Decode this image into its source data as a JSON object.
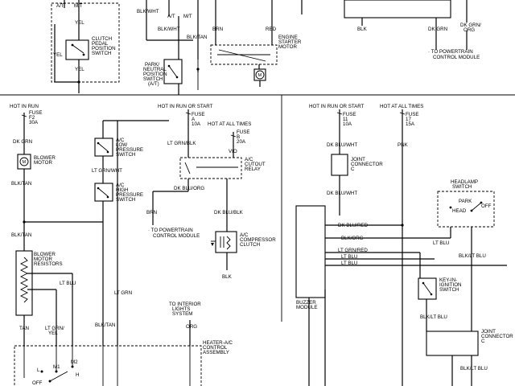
{
  "labels": {
    "at_top": "A/T",
    "mt_top": "M/T",
    "yel_top": "YEL",
    "clutch_switch": [
      "CLUTCH",
      "PEDAL",
      "POSITION",
      "SWITCH"
    ],
    "yel_left": "YEL",
    "yel_bottom": "YEL",
    "blk_wht_top": "BLK/WHT",
    "at_mid": "A/T",
    "mt_mid": "M/T",
    "blk_wht_mid": "BLK/WHT",
    "blk_tan_mid": "BLK/TAN",
    "park_neutral": [
      "PARK/",
      "NEUTRAL",
      "POSITION",
      "SWITCH",
      "(A/T)"
    ],
    "brn_top": "BRN",
    "red_top": "RED",
    "starter_motor": [
      "ENGINE",
      "STARTER",
      "MOTOR"
    ],
    "blk_top_right": "BLK",
    "dk_grn_top": "DK GRN",
    "dk_grn_org_top": [
      "DK GRN/",
      "ORG"
    ],
    "to_pcm_top": [
      "· TO POWERTRAIN",
      "CONTROL MODULE"
    ],
    "hot_in_run_1": "HOT IN RUN",
    "fuse_f2": [
      "FUSE",
      "F2",
      "30A"
    ],
    "dk_grn_1": "DK GRN",
    "blower_motor": [
      "BLOWER",
      "MOTOR"
    ],
    "blk_tan_1": "BLK/TAN",
    "blk_tan_2": "BLK/TAN",
    "blower_resistors": [
      "BLOWER",
      "MOTOR",
      "RESISTORS"
    ],
    "lt_blu_1": "LT BLU",
    "tan_1": "TAN",
    "lt_grn_yel": [
      "LT GRN/",
      "YEL"
    ],
    "blk_tan_3": "BLK/TAN",
    "lt_grn_1": "LT GRN",
    "hot_run_start_2": "HOT IN RUN OR START",
    "fuse_a": [
      "FUSE",
      "A",
      "10A"
    ],
    "hot_all_times_2": "HOT AT ALL TIMES",
    "fuse_b": [
      "FUSE",
      "B",
      "20A"
    ],
    "ac_low_pressure": [
      "A/C",
      "LOW",
      "PRESSURE",
      "SWITCH"
    ],
    "lt_grn_blk": "LT GRN/BLK",
    "vio": "VIO",
    "ac_cutout_relay": [
      "A/C",
      "CUTOUT",
      "RELAY"
    ],
    "lt_grn_wht": "LT GRN/WHT",
    "ac_high_pressure": [
      "A/C",
      "HIGH",
      "PRESSURE",
      "SWITCH"
    ],
    "dk_blu_org": "DK BLU/ORG",
    "brn_2": "BRN",
    "to_pcm_2": [
      "· TO POWERTRAIN",
      "CONTROL MODULE"
    ],
    "dk_blu_blk": "DK BLU/BLK",
    "ac_compressor": [
      "A/C",
      "COMPRESSOR",
      "CLUTCH"
    ],
    "blk_2": "BLK",
    "to_interior": [
      "TO INTERIOR",
      "LIGHTS",
      "SYSTEM"
    ],
    "org_1": "ORG",
    "heater_ac": [
      "HEATER-A/C",
      "CONTROL",
      "ASSEMBLY"
    ],
    "switch_m1": "M1",
    "switch_m2": "M2",
    "switch_l": "L",
    "switch_h": "H",
    "switch_off": "OFF",
    "hot_run_start_3": "HOT IN RUN OR START",
    "hot_all_times_3": "HOT AT ALL TIMES",
    "fuse_11": [
      "FUSE",
      "11",
      "10A"
    ],
    "fuse_17": [
      "FUSE",
      "17",
      "15A"
    ],
    "dk_blu_wht_1": "DK BLU/WHT",
    "pnk": "PNK",
    "joint_connector_c1": [
      "JOINT",
      "CONNECTOR",
      "C"
    ],
    "dk_blu_wht_2": "DK BLU/WHT",
    "headlamp_switch": [
      "HEADLAMP",
      "SWITCH"
    ],
    "park": "PARK",
    "head": "HEAD",
    "off": "OFF",
    "dk_blu_red": "DK BLU/RED",
    "blk_org": "BLK/ORG",
    "lt_grn_red": "LT GRN/RED",
    "lt_blu_a": "LT BLU",
    "lt_blu_b": "LT BLU",
    "lt_blu_c": "LT BLU",
    "blk_lt_blu_1": "BLK/LT BLU",
    "buzzer_module": [
      "BUZZER",
      "MODULE"
    ],
    "key_in_ignition": [
      "KEY-IN-",
      "IGNITION",
      "SWITCH"
    ],
    "blk_lt_blu_2": "BLK/LT BLU",
    "joint_connector_c2": [
      "JOINT",
      "CONNECTOR",
      "C"
    ],
    "blk_lt_blu_3": "BLK/LT BLU"
  }
}
